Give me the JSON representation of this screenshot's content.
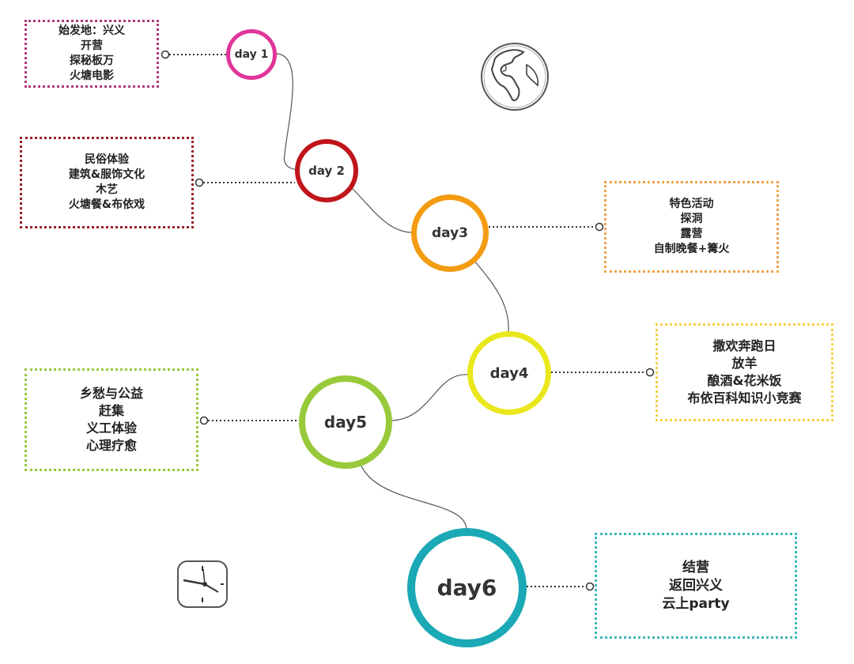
{
  "days": [
    {
      "id": "day1",
      "label": "day 1",
      "color": "#e0359b",
      "items": [
        "始发地：兴义",
        "开营",
        "探秘板万",
        "火塘电影"
      ]
    },
    {
      "id": "day2",
      "label": "day 2",
      "color": "#c0151b",
      "items": [
        "民俗体验",
        "建筑&服饰文化",
        "木艺",
        "火塘餐&布依戏"
      ]
    },
    {
      "id": "day3",
      "label": "day3",
      "color": "#f39c12",
      "items": [
        "特色活动",
        "探洞",
        "露营",
        "自制晚餐+篝火"
      ]
    },
    {
      "id": "day4",
      "label": "day4",
      "color": "#e8e81c",
      "note_color": "#f7d046",
      "items": [
        "撒欢奔跑日",
        "放羊",
        "酿酒&花米饭",
        "布依百科知识小竞赛"
      ]
    },
    {
      "id": "day5",
      "label": "day5",
      "color": "#97c93a",
      "items": [
        "乡愁与公益",
        "赶集",
        "义工体验",
        "心理疗愈"
      ]
    },
    {
      "id": "day6",
      "label": "day6",
      "color": "#1aa9b5",
      "items": [
        "结营",
        "返回兴义",
        "云上party"
      ]
    }
  ],
  "icons": {
    "globe": "globe-icon",
    "clock": "clock-icon"
  }
}
